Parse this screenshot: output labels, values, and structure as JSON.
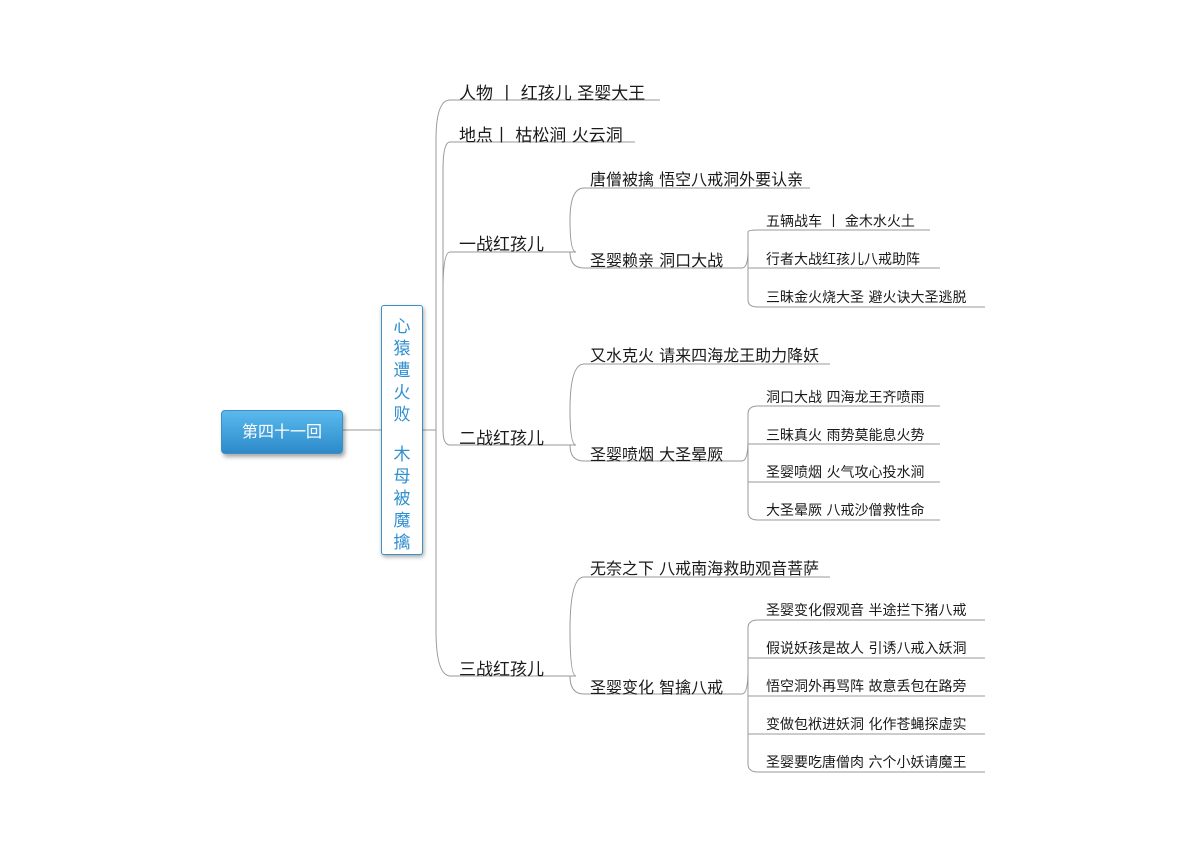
{
  "root": {
    "label": "第四十一回"
  },
  "title": {
    "col1": [
      "心",
      "猿",
      "遭",
      "火",
      "败"
    ],
    "col2": [
      "木",
      "母",
      "被",
      "魔",
      "擒"
    ]
  },
  "branches": {
    "people": "人物 丨 红孩儿 圣婴大王",
    "place": "地点丨 枯松涧 火云洞",
    "battle1": {
      "label": "一战红孩儿",
      "sub1": "唐僧被擒 悟空八戒洞外要认亲",
      "sub2": {
        "label": "圣婴赖亲 洞口大战",
        "items": [
          "五辆战车 丨 金木水火土",
          "行者大战红孩儿八戒助阵",
          "三昧金火烧大圣 避火诀大圣逃脱"
        ]
      }
    },
    "battle2": {
      "label": "二战红孩儿",
      "sub1": "又水克火 请来四海龙王助力降妖",
      "sub2": {
        "label": "圣婴喷烟 大圣晕厥",
        "items": [
          "洞口大战 四海龙王齐喷雨",
          "三昧真火 雨势莫能息火势",
          "圣婴喷烟 火气攻心投水涧",
          "大圣晕厥 八戒沙僧救性命"
        ]
      }
    },
    "battle3": {
      "label": "三战红孩儿",
      "sub1": "无奈之下 八戒南海救助观音菩萨",
      "sub2": {
        "label": "圣婴变化 智擒八戒",
        "items": [
          "圣婴变化假观音 半途拦下猪八戒",
          "假说妖孩是故人 引诱八戒入妖洞",
          "悟空洞外再骂阵 故意丢包在路旁",
          "变做包袱进妖洞 化作苍蝇探虚实",
          "圣婴要吃唐僧肉 六个小妖请魔王"
        ]
      }
    }
  }
}
